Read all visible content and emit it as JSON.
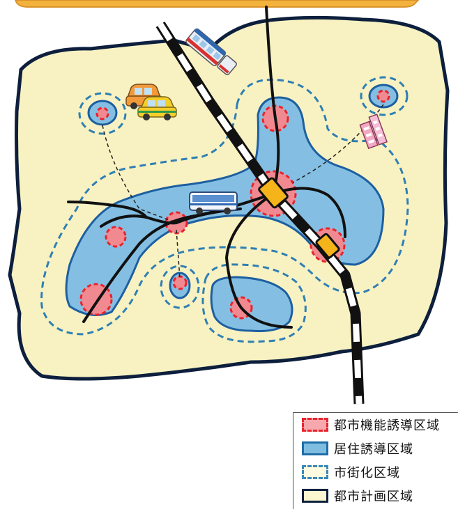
{
  "legend": {
    "items": [
      {
        "label": "都市機能誘導区域",
        "swatch": "urban-function-swatch",
        "fill": "#f6a8ad",
        "stroke": "#e8232d"
      },
      {
        "label": "居住誘導区域",
        "swatch": "residential-swatch",
        "fill": "#7fbde0",
        "stroke": "#1d6ea8"
      },
      {
        "label": "市街化区域",
        "swatch": "urbanization-swatch",
        "fill": "#fffbe0",
        "stroke": "#3a8ab8"
      },
      {
        "label": "都市計画区域",
        "swatch": "city-planning-swatch",
        "fill": "#fdf7d0",
        "stroke": "#0d1f3d"
      }
    ]
  },
  "colors": {
    "planning_area_fill": "#f8f2c2",
    "planning_area_border": "#0d1f3d",
    "residential_fill": "#84bfe3",
    "residential_border": "#1d5fa0",
    "urbanization_dash": "#2f7fb3",
    "urban_function_fill": "#f08a90",
    "urban_function_border": "#e8232d",
    "station_fill": "#f4b41a",
    "rail": "#111111",
    "road": "#111111"
  }
}
